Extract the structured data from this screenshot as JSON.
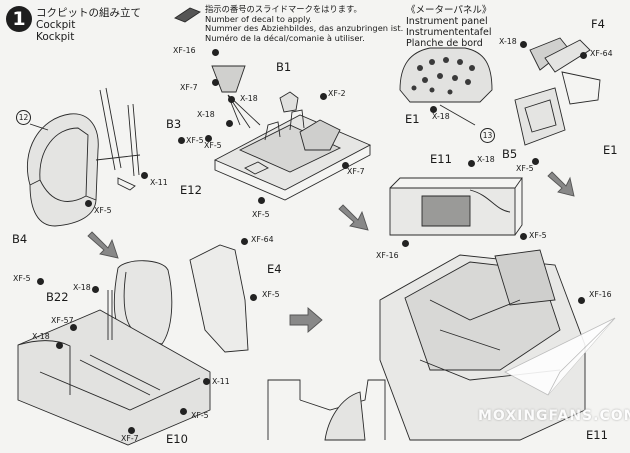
{
  "step": {
    "number": "1",
    "title_jp": "コクピットの組み立て",
    "title_en": "Cockpit",
    "title_de": "Kockpit"
  },
  "decal_note": {
    "jp": "指示の番号のスライドマークをはります。",
    "en": "Number of decal to apply.",
    "de": "Nummer des Abziehbildes, das anzubringen ist.",
    "fr": "Numéro de la décal/comanie à utiliser."
  },
  "instrument_panel": {
    "jp": "《メーターパネル》",
    "en": "Instrument panel",
    "de": "Instrumententafel",
    "fr": "Planche de bord"
  },
  "parts": {
    "b1": "B1",
    "b3": "B3",
    "b4": "B4",
    "b5": "B5",
    "b22": "B22",
    "e1_panel": "E1",
    "e1_right": "E1",
    "e4": "E4",
    "e10": "E10",
    "e11_mid": "E11",
    "e11_bottom": "E11",
    "e12": "E12",
    "f4": "F4"
  },
  "callouts": {
    "xf16_b1": "XF-16",
    "xf7_b1": "XF-7",
    "x18_b1": "X-18",
    "xf2": "XF-2",
    "x18_left": "X-18",
    "xf5_top": "XF-5",
    "xf5_e12": "XF-5",
    "xf7_e12": "XF-7",
    "xf5_b3": "XF-5",
    "x11_b3": "X-11",
    "xf5_b4": "XF-5",
    "x18_panel": "X-18",
    "x18_f4": "X-18",
    "xf64_f4": "XF-64",
    "xf5_b5": "XF-5",
    "x18_e11": "X-18",
    "xf5_e11": "XF-5",
    "xf16_e11": "XF-16",
    "xf64_e4": "XF-64",
    "xf5_e4": "XF-5",
    "xf5_b22": "XF-5",
    "x18_b22": "X-18",
    "xf57": "XF-57",
    "x18_e10": "X-18",
    "x11_e10": "X-11",
    "xf5_e10": "XF-5",
    "xf7_e10": "XF-7",
    "xf16_bottom": "XF-16"
  },
  "refs": {
    "r12": "12",
    "r13": "13"
  },
  "watermark": "MOXINGFANS.COM"
}
